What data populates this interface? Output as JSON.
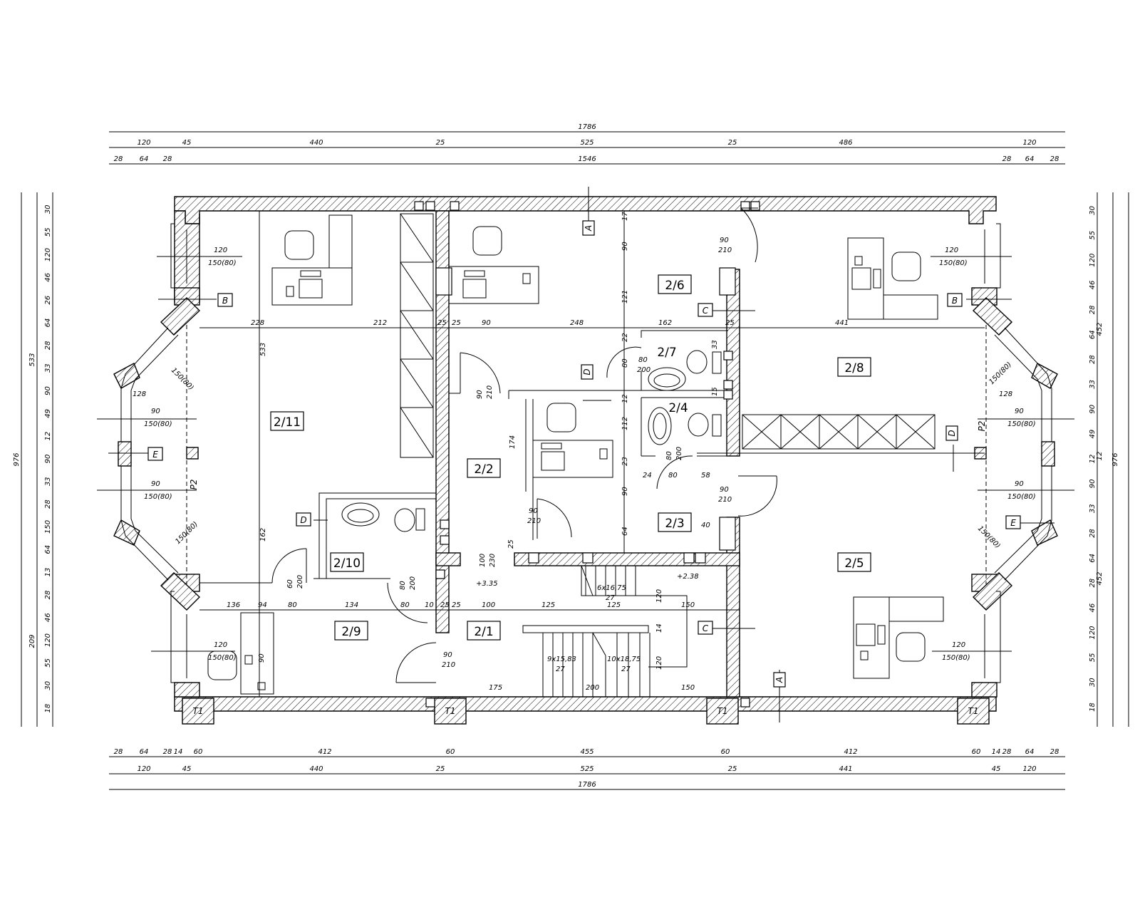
{
  "dims": {
    "top": {
      "overall": "1786",
      "row2": [
        "120",
        "45",
        "440",
        "25",
        "525",
        "25",
        "486",
        "120"
      ],
      "row3": [
        "28",
        "64",
        "28",
        "1546",
        "28",
        "64",
        "28"
      ]
    },
    "bottom": {
      "row1": [
        "28",
        "64",
        "28",
        "14",
        "60",
        "412",
        "60",
        "455",
        "60",
        "412",
        "60",
        "14",
        "28",
        "64",
        "28"
      ],
      "row2": [
        "120",
        "45",
        "440",
        "25",
        "525",
        "25",
        "441",
        "45",
        "120"
      ],
      "overall": "1786"
    },
    "left": {
      "overall": "976",
      "mid": [
        "533",
        "209"
      ],
      "inner": [
        "30",
        "55",
        "120",
        "46",
        "26",
        "64",
        "28",
        "33",
        "90",
        "49",
        "12",
        "90",
        "33",
        "28",
        "150",
        "64",
        "13",
        "28",
        "46",
        "120",
        "55",
        "30",
        "18"
      ]
    },
    "right": {
      "overall": "976",
      "mid": [
        "452",
        "12",
        "452"
      ],
      "inner": [
        "30",
        "55",
        "120",
        "46",
        "28",
        "64",
        "28",
        "33",
        "90",
        "49",
        "12",
        "90",
        "33",
        "28",
        "64",
        "28",
        "46",
        "120",
        "55",
        "30",
        "18"
      ]
    },
    "interior": {
      "row_a": [
        "228",
        "212",
        "25",
        "25",
        "90",
        "248",
        "162",
        "25",
        "441"
      ],
      "row_b": [
        "136",
        "94",
        "80",
        "134",
        "80",
        "10",
        "25",
        "25",
        "100",
        "125",
        "125",
        "150"
      ],
      "bottom_run": [
        "175",
        "200",
        "150"
      ],
      "vert_mid": [
        "17",
        "90",
        "121",
        "22",
        "80",
        "12",
        "112",
        "23",
        "90",
        "64"
      ],
      "vert_left_room": [
        "533",
        "162"
      ],
      "misc": [
        "174",
        "120",
        "120",
        "14",
        "90",
        "25",
        "24",
        "80",
        "58",
        "40",
        "33",
        "15",
        "128",
        "128"
      ]
    }
  },
  "rooms": [
    "2/1",
    "2/2",
    "2/3",
    "2/4",
    "2/5",
    "2/6",
    "2/7",
    "2/8",
    "2/9",
    "2/10",
    "2/11"
  ],
  "tags": {
    "A": "A",
    "B": "B",
    "C": "C",
    "D": "D",
    "E": "E",
    "T1": "T1",
    "P2": "P2"
  },
  "openings": {
    "win_120_150": [
      "120",
      "150(80)"
    ],
    "win_90_150": [
      "90",
      "150(80)"
    ],
    "win_150x": "150(80)",
    "door_90_210": [
      "90",
      "210"
    ],
    "door_80_200": [
      "80",
      "200"
    ],
    "door_100_230": [
      "100",
      "230"
    ],
    "door_60_200": [
      "60",
      "200"
    ]
  },
  "levels": {
    "upper": "+3.35",
    "landing": "+2.38"
  },
  "stairs": {
    "a": "6x16,75",
    "a2": "27",
    "b": "9x15,83",
    "b2": "27",
    "c": "10x18,75",
    "c2": "27"
  }
}
